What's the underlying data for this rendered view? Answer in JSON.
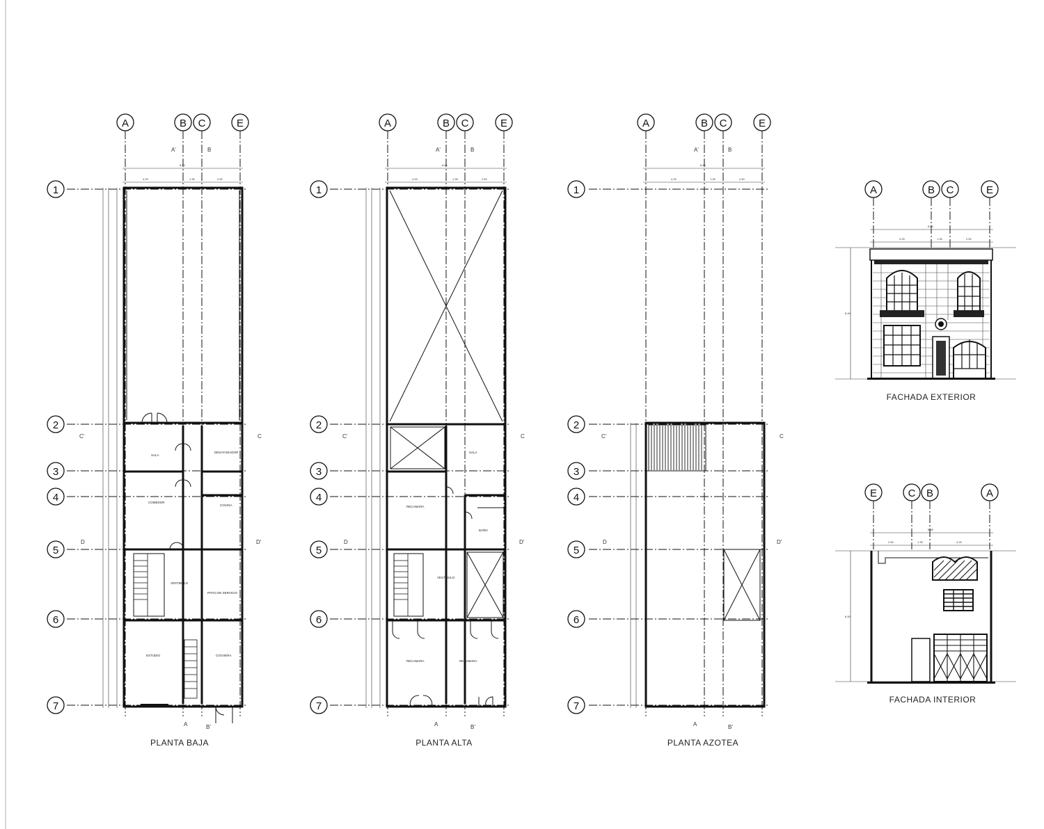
{
  "axes": {
    "cols": [
      "A",
      "B",
      "C",
      "E"
    ],
    "rows": [
      "1",
      "2",
      "3",
      "4",
      "5",
      "6",
      "7"
    ],
    "interior_cols": [
      "E",
      "C",
      "B",
      "A"
    ]
  },
  "sections": {
    "a": "A",
    "b": "B",
    "a_prime": "A'",
    "b_prime": "B'",
    "c": "C",
    "c_prime": "C'",
    "d": "D",
    "d_prime": "D'"
  },
  "plans": {
    "baja": {
      "title": "PLANTA BAJA",
      "rooms": [
        "SALA",
        "DESAYUNADOR",
        "COMEDOR",
        "COCINA",
        "VESTIBULO",
        "PATIO DE SERVICIO",
        "ESTUDIO",
        "COCHERA"
      ]
    },
    "alta": {
      "title": "PLANTA ALTA",
      "rooms": [
        "SALA",
        "RECAMARA",
        "BAÑO",
        "VESTIBULO",
        "RECAMARA",
        "RECAMARA"
      ]
    },
    "azotea": {
      "title": "PLANTA AZOTEA"
    }
  },
  "facades": {
    "exterior": {
      "title": "FACHADA EXTERIOR"
    },
    "interior": {
      "title": "FACHADA INTERIOR"
    }
  },
  "dims": {
    "total": "8.65",
    "parts": [
      "4.25",
      "1.35",
      "2.50"
    ],
    "parts_rev": [
      "2.50",
      "1.35",
      "4.25"
    ],
    "height": "8.40"
  }
}
